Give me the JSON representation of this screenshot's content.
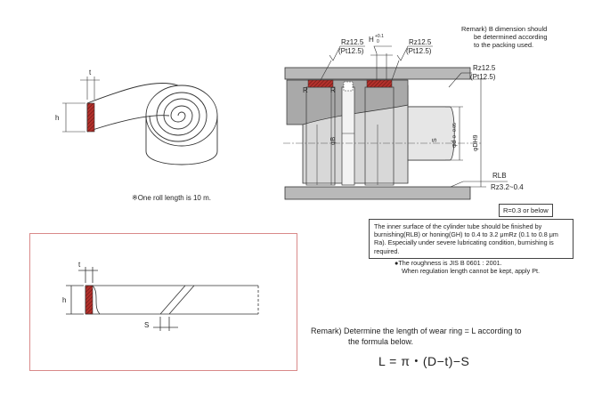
{
  "remark_top": {
    "line1": "Remark) B dimension should",
    "line2": "be determined according",
    "line3": "to the packing used."
  },
  "roll_note": "※One roll length is 10 m.",
  "r_note": "R=0.3 or below",
  "inner_surface_note": "The inner surface of the cylinder tube should be finished by burnishing(RLB) or honing(GH) to 0.4 to 3.2 μmRz (0.1 to 0.8 μm Ra). Especially under severe lubricating condition, burnishing is required.",
  "roughness_note": {
    "line1": "●The roughness is JIS B 0601 : 2001.",
    "line2": "When regulation length cannot be kept, apply Pt."
  },
  "remark_bottom": {
    "line1": "Remark) Determine the length of wear ring = L according to",
    "line2": "the formula below."
  },
  "formula": "L = π・(D−t)−S",
  "labels": {
    "rz_left_1": "Rz12.5",
    "rz_left_2": "(Pt12.5)",
    "h_tol": "H",
    "h_tol_sup": "+0.1",
    "h_tol_sub": "0",
    "rz_mid_1": "Rz12.5",
    "rz_mid_2": "(Pt12.5)",
    "rz_right_1": "Rz12.5",
    "rz_right_2": "(Pt12.5)",
    "r_left": "R",
    "r_mid": "R",
    "phi_b": "φB",
    "s_mid": "S",
    "phi_d": "φd",
    "phi_d_tol": "0\n-0.05",
    "phi_dh9": "φDH9",
    "rlb": "RLB",
    "rz_bottom": "Rz3.2~0.4",
    "t_roll": "t",
    "h_roll": "h",
    "t_strip": "t",
    "h_strip": "h",
    "s_strip": "S"
  }
}
